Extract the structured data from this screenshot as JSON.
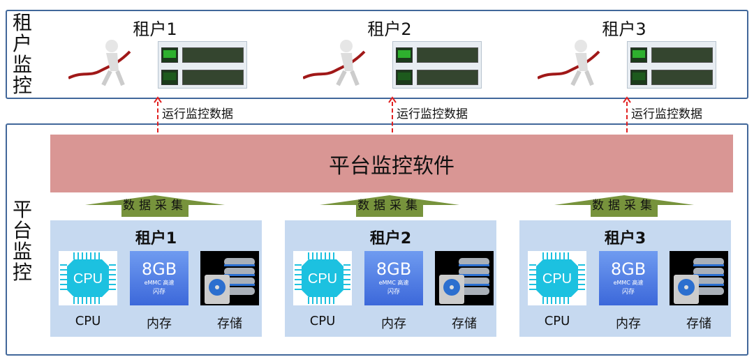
{
  "tenant_monitor": {
    "label": "租户监控"
  },
  "platform_monitor": {
    "label": "平台监控"
  },
  "platform_software": "平台监控软件",
  "data_flow_label": "运行监控数据",
  "collect_label": "数据采集",
  "colors": {
    "border": "#41679a",
    "platform": "#d99694",
    "tenant_box": "#c6d9f0",
    "collect_arrow": "#77933c",
    "data_arrow": "#e02020"
  },
  "tenants": [
    {
      "name": "租户1",
      "cpu_chip": "CPU",
      "mem_size": "8GB",
      "mem_sub1": "eMMC 高速",
      "mem_sub2": "闪存",
      "cpu_caption": "CPU",
      "mem_caption": "内存",
      "storage_caption": "存储"
    },
    {
      "name": "租户2",
      "cpu_chip": "CPU",
      "mem_size": "8GB",
      "mem_sub1": "eMMC 高速",
      "mem_sub2": "闪存",
      "cpu_caption": "CPU",
      "mem_caption": "内存",
      "storage_caption": "存储"
    },
    {
      "name": "租户3",
      "cpu_chip": "CPU",
      "mem_size": "8GB",
      "mem_sub1": "eMMC 高速",
      "mem_sub2": "闪存",
      "cpu_caption": "CPU",
      "mem_caption": "内存",
      "storage_caption": "存储"
    }
  ]
}
